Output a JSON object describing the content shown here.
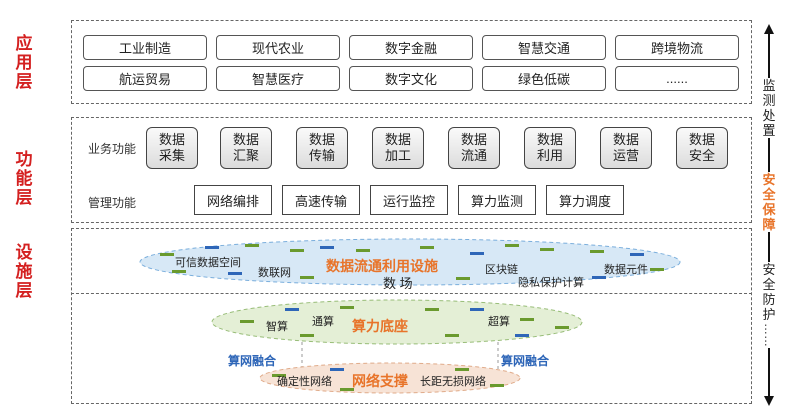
{
  "layers": {
    "application": "应用层",
    "function": "功能层",
    "facility": "设施层"
  },
  "applications": [
    "工业制造",
    "现代农业",
    "数字金融",
    "智慧交通",
    "跨境物流",
    "航运贸易",
    "智慧医疗",
    "数字文化",
    "绿色低碳",
    "......"
  ],
  "function_layer": {
    "business_label": "业务功能",
    "business_items": [
      "数据采集",
      "数据汇聚",
      "数据传输",
      "数据加工",
      "数据流通",
      "数据利用",
      "数据运营",
      "数据安全"
    ],
    "management_label": "管理功能",
    "management_items": [
      "网络编排",
      "高速传输",
      "运行监控",
      "算力监测",
      "算力调度"
    ]
  },
  "facility_layer": {
    "data_ellipse": {
      "title": "数据流通利用设施",
      "items": [
        "可信数据空间",
        "数联网",
        "区块链",
        "隐私保护计算",
        "数据元件",
        "数 场"
      ]
    },
    "compute_ellipse": {
      "title": "算力底座",
      "items": [
        "智算",
        "通算",
        "超算"
      ]
    },
    "network_ellipse": {
      "title": "网络支撑",
      "items": [
        "确定性网络",
        "长距无损网络"
      ]
    },
    "fusion_left": "算网融合",
    "fusion_right": "算网融合"
  },
  "right_column": {
    "top": "监测处置",
    "middle": "安全保障",
    "bottom": "安全防护",
    "ellipsis": "……"
  },
  "colors": {
    "layer_label": "#d42020",
    "accent_orange": "#e8742a",
    "fusion_blue": "#2e66b8",
    "data_ellipse_fill": "#d7e8f6",
    "compute_ellipse_fill": "#e4efd6",
    "network_ellipse_fill": "#f7e3d6"
  }
}
